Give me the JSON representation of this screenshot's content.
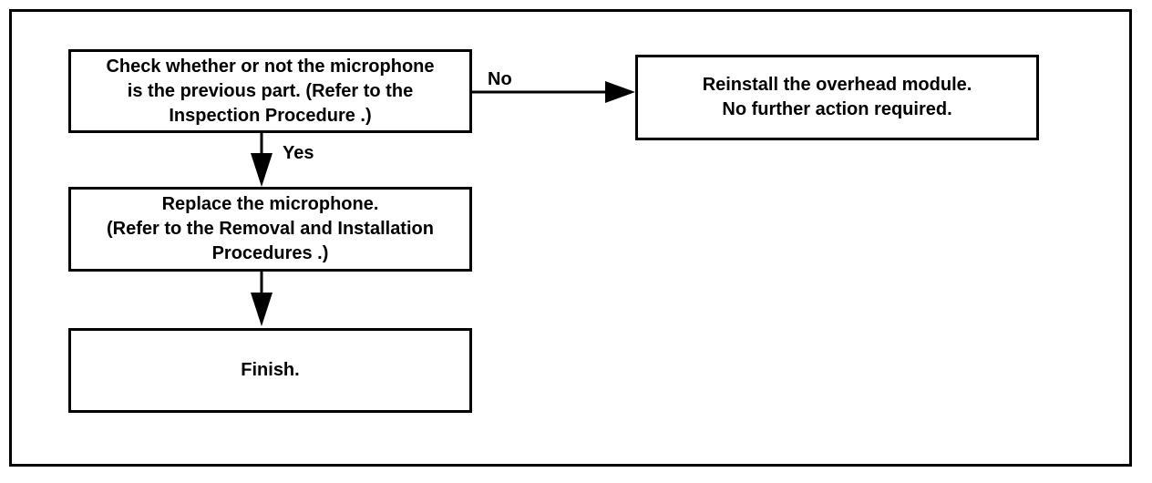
{
  "flowchart": {
    "check_step": {
      "lines": [
        "Check whether or not the microphone",
        "is the previous part. (Refer to the",
        "Inspection Procedure .)"
      ]
    },
    "reinstall_step": {
      "lines": [
        "Reinstall the overhead module.",
        "No further action required."
      ]
    },
    "replace_step": {
      "lines": [
        "Replace the microphone.",
        "(Refer to the Removal and Installation",
        "Procedures .)"
      ]
    },
    "finish_step": {
      "lines": [
        "Finish."
      ]
    },
    "edge_labels": {
      "no": "No",
      "yes": "Yes"
    }
  }
}
